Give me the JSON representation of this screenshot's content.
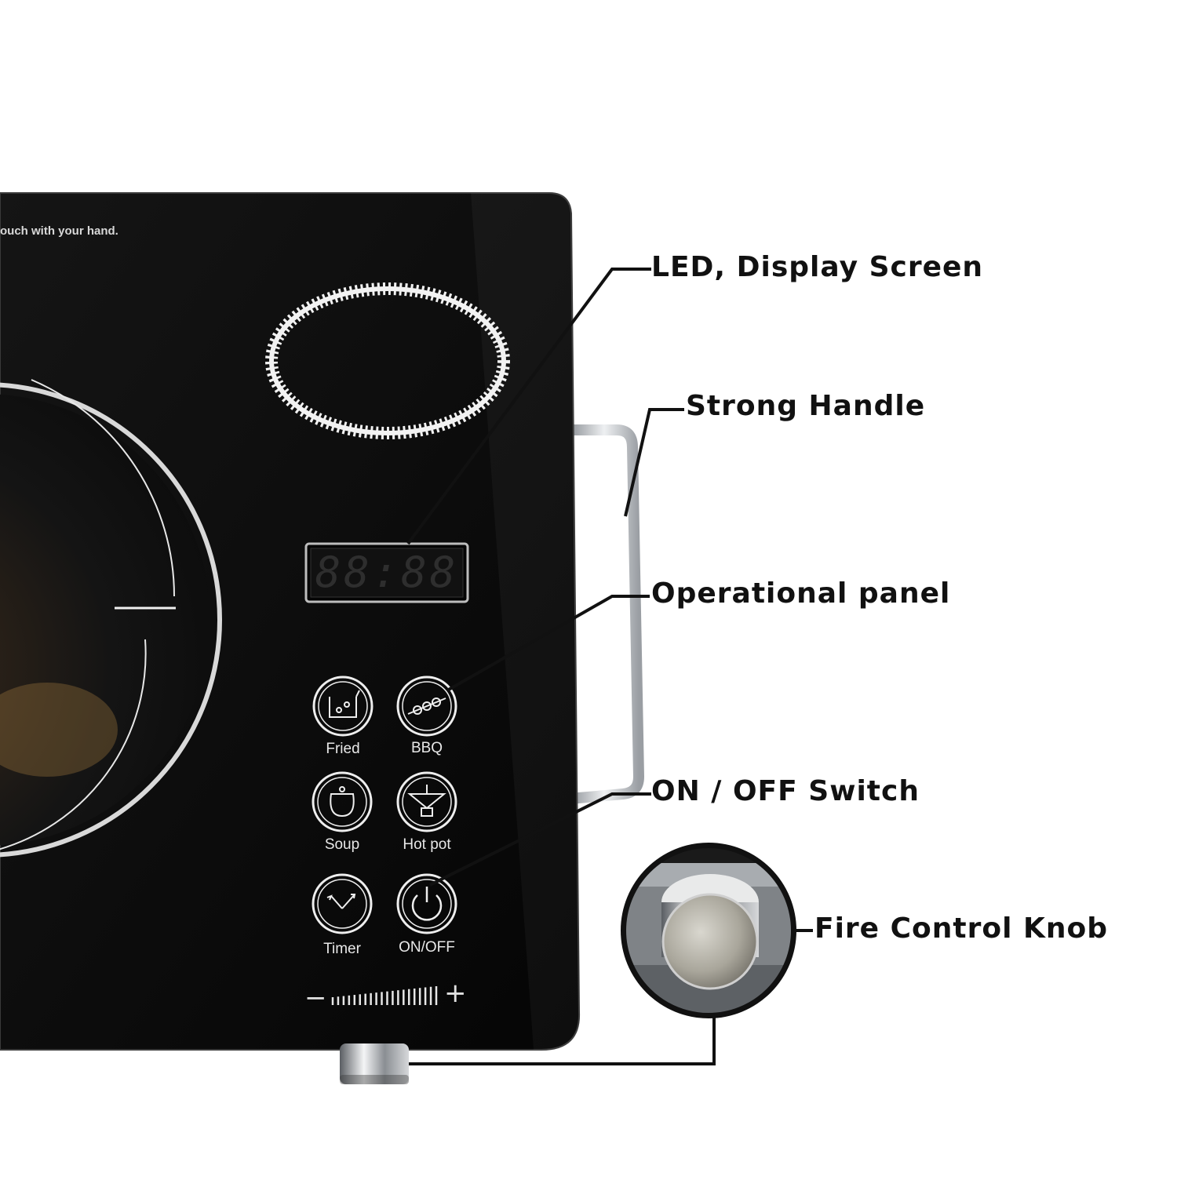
{
  "panel": {
    "warning_text": "ouch with your hand.",
    "display_value": "88:88",
    "buttons": [
      {
        "label": "Fried",
        "icon": "fried-icon"
      },
      {
        "label": "BBQ",
        "icon": "bbq-skewer-icon"
      },
      {
        "label": "Soup",
        "icon": "soup-pot-icon"
      },
      {
        "label": "Hot pot",
        "icon": "hot-pot-icon"
      },
      {
        "label": "Timer",
        "icon": "timer-icon"
      },
      {
        "label": "ON/OFF",
        "icon": "power-icon"
      }
    ],
    "slider": {
      "minus": "−",
      "plus": "+"
    }
  },
  "callouts": {
    "led": "LED, Display Screen",
    "handle": "Strong Handle",
    "panel": "Operational panel",
    "switch": "ON / OFF Switch",
    "knob": "Fire Control Knob"
  },
  "colors": {
    "glass": "#0a0a0a",
    "handle": "#c9ccd0",
    "ring": "#f2f2f2",
    "leader": "#111111"
  }
}
